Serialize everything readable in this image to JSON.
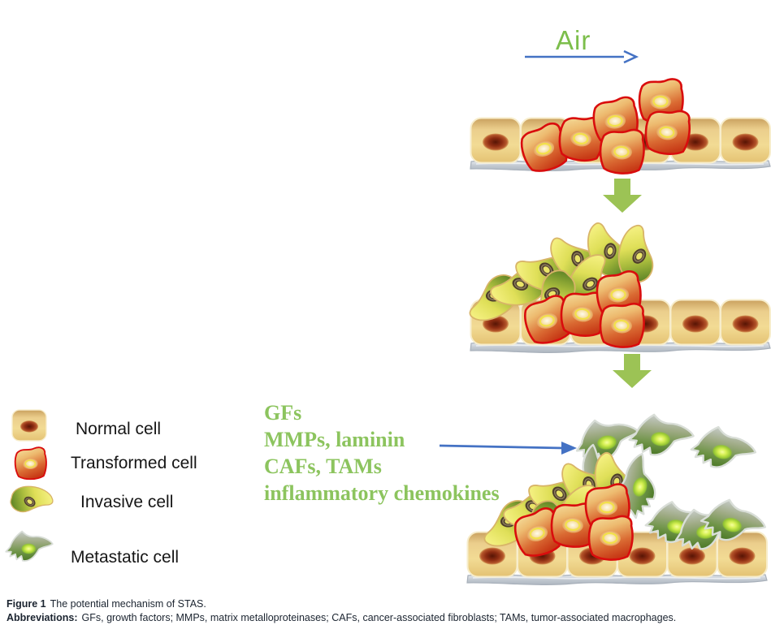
{
  "figure": {
    "air_label": "Air",
    "legend": [
      {
        "icon": "normal-cell-icon",
        "label": "Normal cell"
      },
      {
        "icon": "transformed-cell-icon",
        "label": "Transformed cell"
      },
      {
        "icon": "invasive-cell-icon",
        "label": "Invasive cell"
      },
      {
        "icon": "metastatic-cell-icon",
        "label": "Metastatic cell"
      }
    ],
    "factors_lines": [
      "GFs",
      "MMPs, laminin",
      "CAFs, TAMs",
      "inflammatory chemokines"
    ],
    "caption": {
      "label": "Figure 1",
      "text": "The potential mechanism of STAS."
    },
    "abbreviations": {
      "label": "Abbreviations:",
      "text": "GFs, growth factors; MMPs, matrix metalloproteinases; CAFs, cancer-associated fibroblasts; TAMs, tumor-associated macrophages."
    },
    "colors": {
      "air_green": "#7CBE4B",
      "arrow_blue": "#4472C4",
      "block_arrow_green": "#9CC355",
      "factors_text_green": "#8CC45E"
    }
  }
}
